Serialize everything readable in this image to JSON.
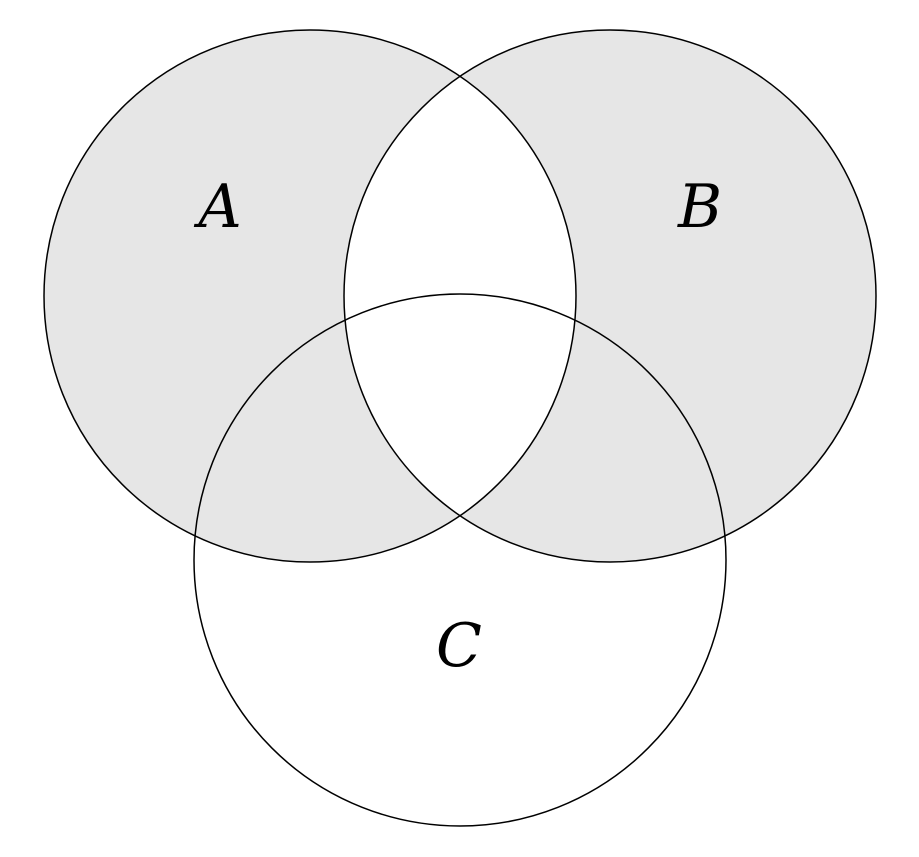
{
  "diagram": {
    "type": "venn-3-circle",
    "description": "Three-set Venn diagram with the symmetric difference of A and B shaded",
    "shaded_expression": "A △ B",
    "sets": [
      {
        "id": "A",
        "label": "A"
      },
      {
        "id": "B",
        "label": "B"
      },
      {
        "id": "C",
        "label": "C"
      }
    ],
    "regions": {
      "A_only": "shaded",
      "B_only": "shaded",
      "C_only": "unshaded",
      "A_and_B_only": "unshaded",
      "A_and_C_only": "shaded",
      "B_and_C_only": "shaded",
      "A_and_B_and_C": "unshaded"
    },
    "colors": {
      "shade": "#e6e6e6",
      "stroke": "#000000",
      "background": "#ffffff"
    }
  }
}
